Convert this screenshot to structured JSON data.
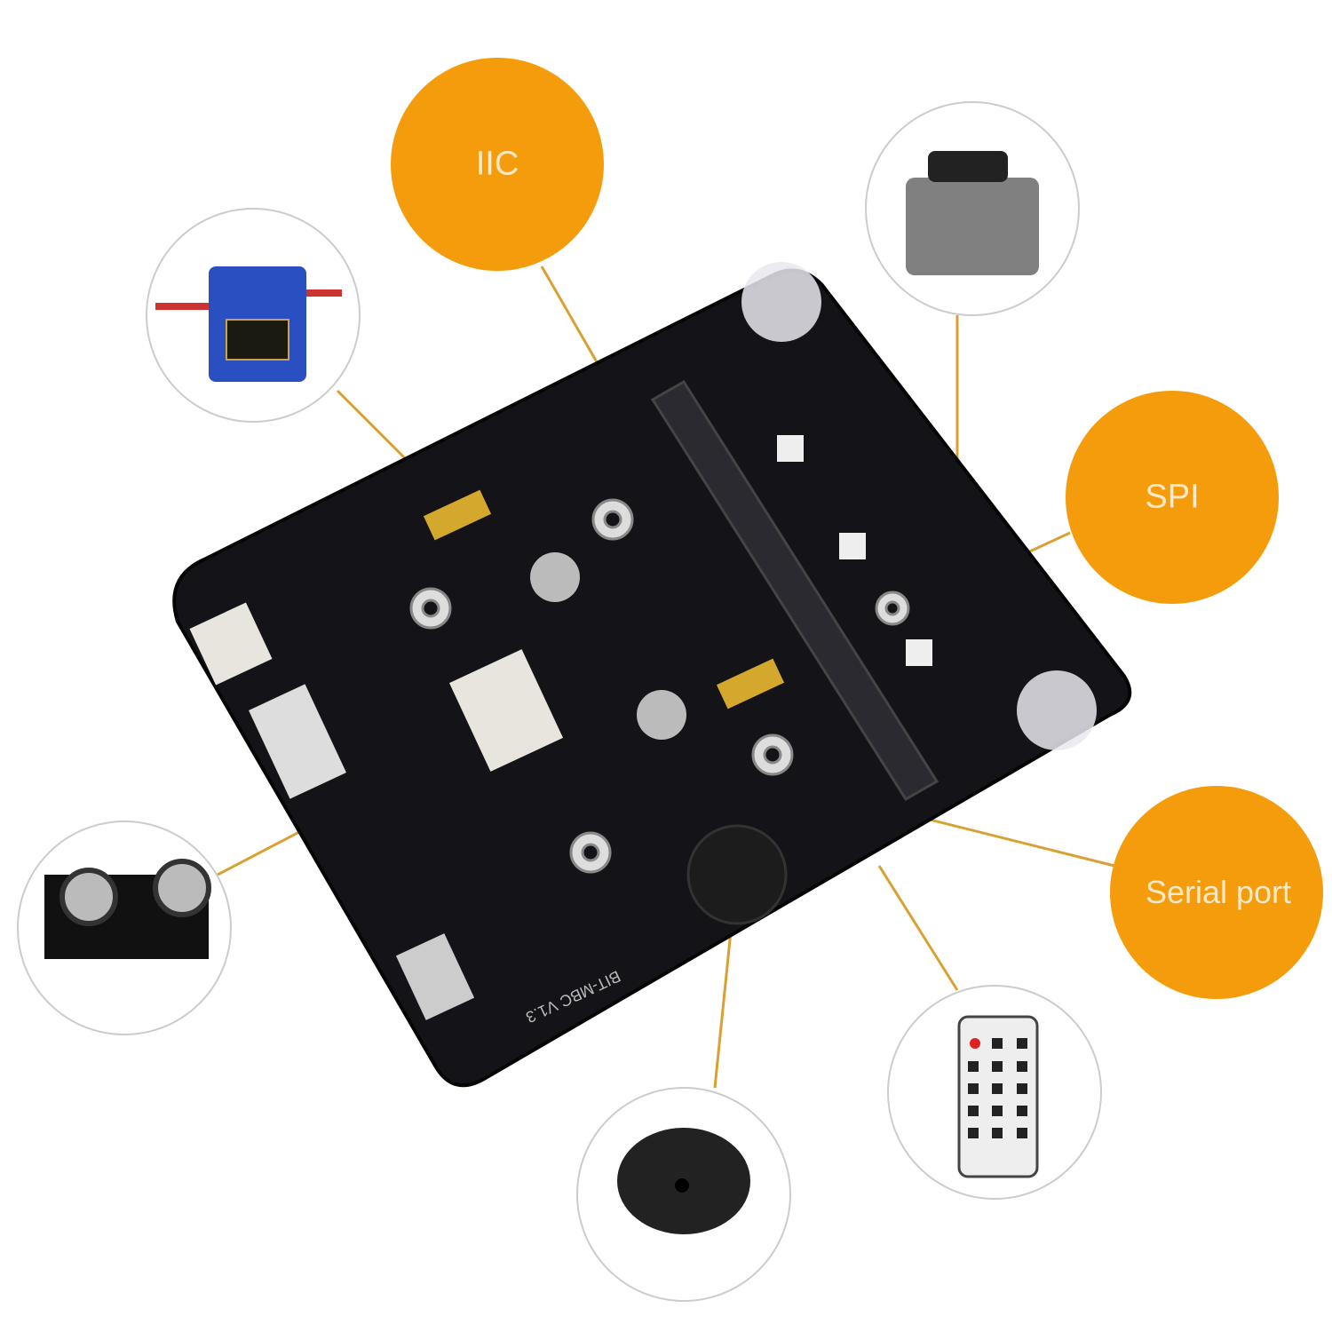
{
  "colors": {
    "accent": "#F59C0C",
    "board": "#141418",
    "line": "#D9A032"
  },
  "labels": {
    "iic": "IIC",
    "spi": "SPI",
    "serial": "Serial port"
  },
  "board": {
    "silkscreen": "BIT-MBC V1.3"
  },
  "callouts": [
    {
      "name": "servo-motor",
      "icon": "servo-icon"
    },
    {
      "name": "ir-receiver",
      "icon": "ir-receiver-icon"
    },
    {
      "name": "ultrasonic-sensor",
      "icon": "ultrasonic-icon"
    },
    {
      "name": "buzzer",
      "icon": "buzzer-icon"
    },
    {
      "name": "ir-remote",
      "icon": "remote-icon"
    }
  ]
}
